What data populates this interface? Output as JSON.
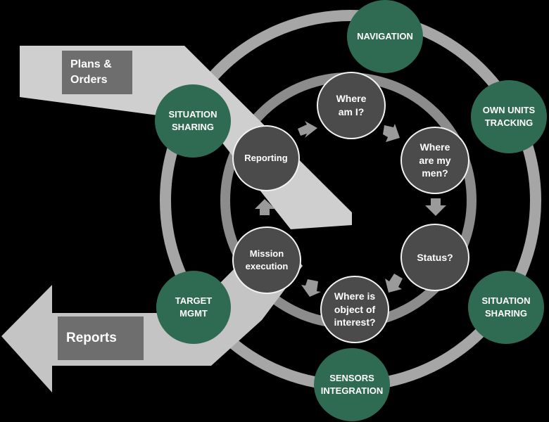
{
  "inputs": {
    "plans_orders": "Plans &\nOrders"
  },
  "outputs": {
    "reports": "Reports"
  },
  "outer_ring": [
    "NAVIGATION",
    "OWN UNITS\nTRACKING",
    "SITUATION\nSHARING",
    "SENSORS\nINTEGRATION",
    "TARGET\nMGMT",
    "SITUATION\nSHARING"
  ],
  "inner_cycle": [
    "Where\nam I?",
    "Where\nare my\nmen?",
    "Status?",
    "Where is\nobject of\ninterest?",
    "Mission\nexecution",
    "Reporting"
  ],
  "colors": {
    "background": "#000000",
    "outer_node": "#2f6b52",
    "inner_node": "#4b4b4b",
    "ring": "#a6a6a6",
    "arrow": "#d9d9d9",
    "label_box": "#6e6e6e"
  }
}
